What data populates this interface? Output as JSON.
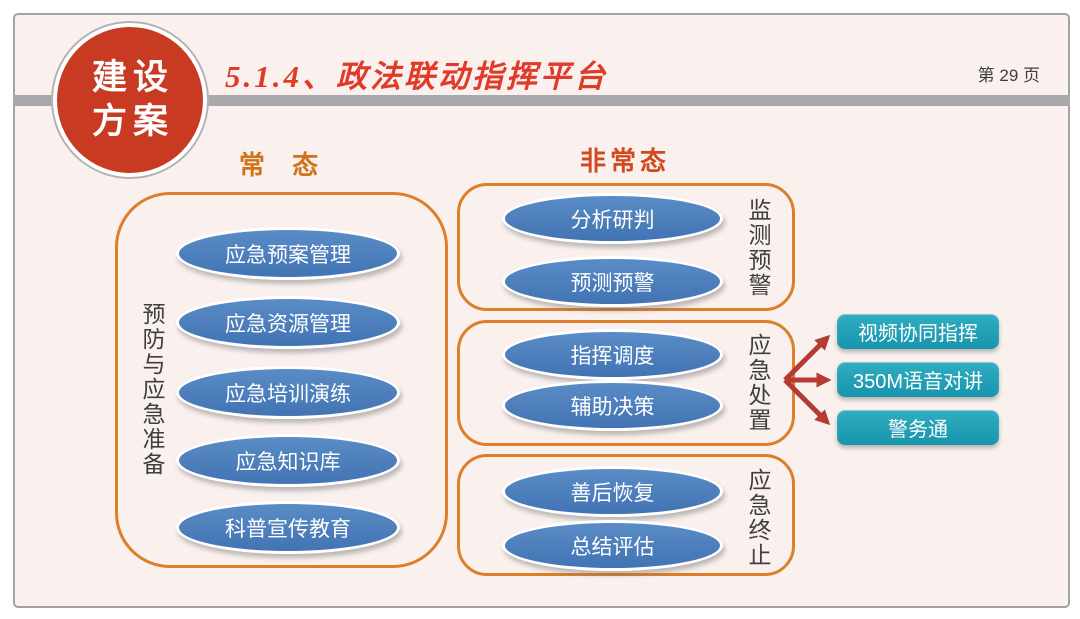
{
  "header": {
    "logo_line1": "建设",
    "logo_line2": "方案",
    "title": "5.1.4、政法联动指挥平台",
    "page_number": "第 29 页"
  },
  "normal_section": {
    "heading": "常 态",
    "side_label": "预防与应急准备",
    "items": [
      "应急预案管理",
      "应急资源管理",
      "应急培训演练",
      "应急知识库",
      "科普宣传教育"
    ]
  },
  "abnormal_section": {
    "heading": "非常态",
    "groups": [
      {
        "side_label": "监测预警",
        "items": [
          "分析研判",
          "预测预警"
        ]
      },
      {
        "side_label": "应急处置",
        "items": [
          "指挥调度",
          "辅助决策"
        ]
      },
      {
        "side_label": "应急终止",
        "items": [
          "善后恢复",
          "总结评估"
        ]
      }
    ]
  },
  "tools": [
    "视频协同指挥",
    "350M语音对讲",
    "警务通"
  ],
  "connections": [
    {
      "from": "应急处置",
      "to": "视频协同指挥"
    },
    {
      "from": "应急处置",
      "to": "350M语音对讲"
    },
    {
      "from": "应急处置",
      "to": "警务通"
    }
  ],
  "colors": {
    "slide_background": "#faf1ee",
    "accent_orange": "#dc7e2a",
    "heading_normal": "#d0741c",
    "heading_abnormal": "#d2491f",
    "title_red": "#e03a28",
    "logo_red": "#c93a22",
    "node_blue": "#4a7dbd",
    "tool_teal": "#1d9fb4",
    "arrow_red": "#b43a34",
    "divider_gray": "#a9a9a9",
    "label_gray": "#3f3f3f"
  }
}
